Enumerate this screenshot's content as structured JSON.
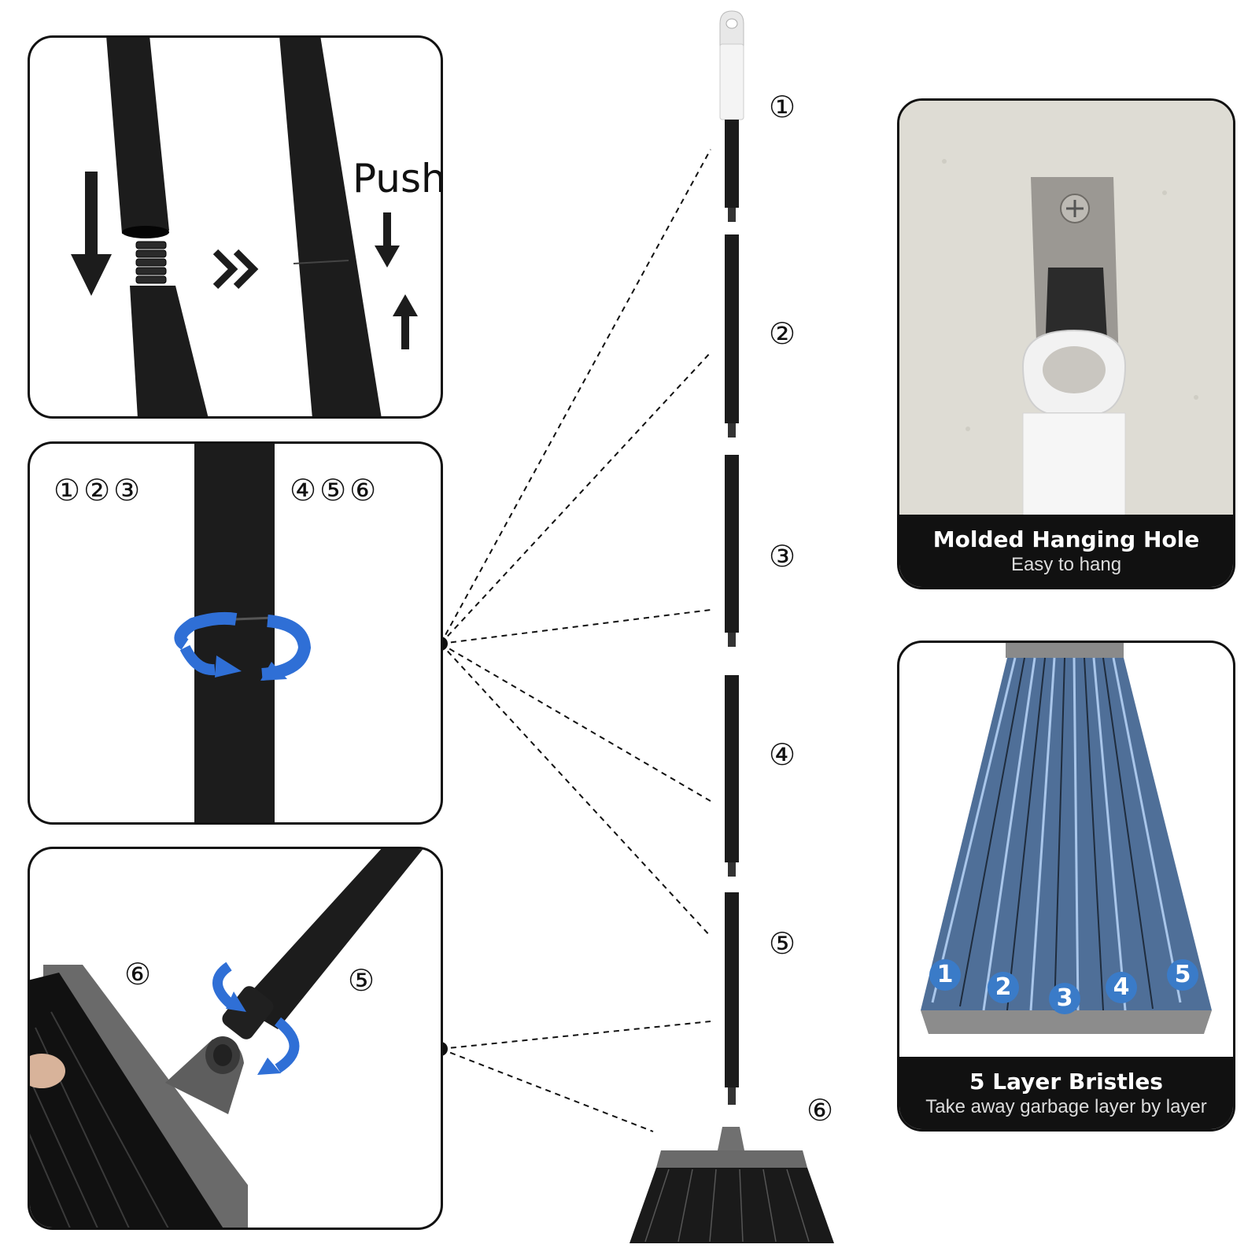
{
  "panels": {
    "connect": {
      "push_label": "Push"
    },
    "twist": {
      "left_numbers": "①②③",
      "right_numbers": "④⑤⑥"
    },
    "head": {
      "left_number": "⑥",
      "right_number": "⑤"
    },
    "hanging": {
      "title": "Molded Hanging Hole",
      "subtitle": "Easy to hang"
    },
    "bristles": {
      "title": "5 Layer Bristles",
      "subtitle": "Take away garbage layer by layer",
      "layer_markers": [
        "1",
        "2",
        "3",
        "4",
        "5"
      ]
    }
  },
  "broom": {
    "section_numbers": [
      "①",
      "②",
      "③",
      "④",
      "⑤",
      "⑥"
    ]
  },
  "colors": {
    "pole": "#1b1b1b",
    "accent_blue": "#2f6fd6",
    "marker_blue": "#3a7bc8",
    "head_gray": "#6b6b6b",
    "wall": "#dedcd4"
  },
  "icons": [
    "arrow-down-icon",
    "double-chevron-icon",
    "rotate-arrow-icon",
    "hanging-hook-icon"
  ]
}
